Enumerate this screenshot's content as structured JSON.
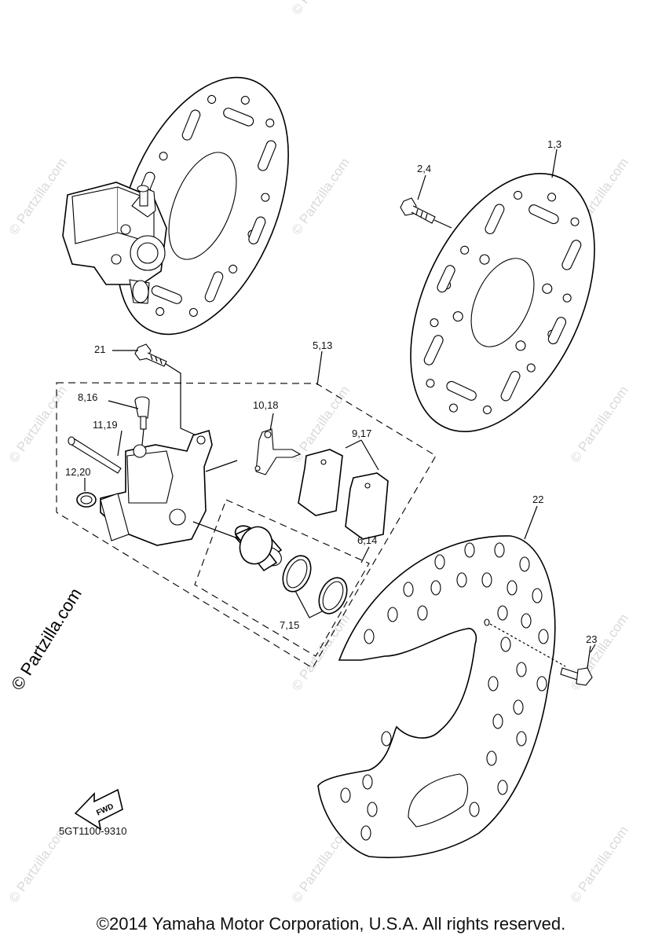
{
  "callouts": {
    "c1_3": "1,3",
    "c2_4": "2,4",
    "c5_13": "5,13",
    "c6_14": "6,14",
    "c7_15": "7,15",
    "c8_16": "8,16",
    "c9_17": "9,17",
    "c10_18": "10,18",
    "c11_19": "11,19",
    "c12_20": "12,20",
    "c21": "21",
    "c22": "22",
    "c23": "23"
  },
  "fwd_label": "FWD",
  "diagram_code": "5GT1100-9310",
  "watermark": "© Partzilla.com",
  "copyright": "©2014 Yamaha Motor Corporation, U.S.A. All rights reserved."
}
